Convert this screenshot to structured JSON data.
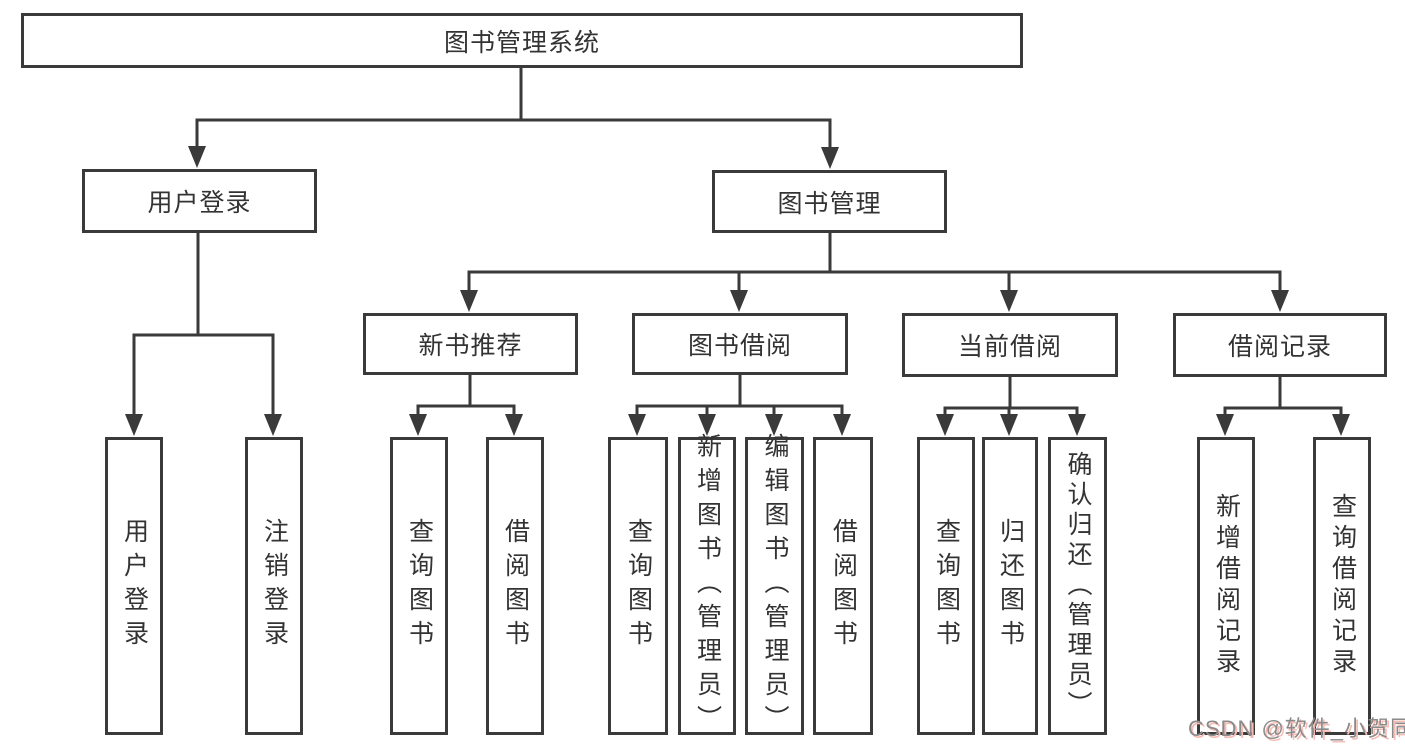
{
  "diagram": {
    "root": {
      "label": "图书管理系统"
    },
    "branches": [
      {
        "label": "用户登录",
        "children": [
          {
            "label": "用户登录"
          },
          {
            "label": "注销登录"
          }
        ]
      },
      {
        "label": "图书管理",
        "groups": [
          {
            "label": "新书推荐",
            "children": [
              {
                "label": "查询图书"
              },
              {
                "label": "借阅图书"
              }
            ]
          },
          {
            "label": "图书借阅",
            "children": [
              {
                "label": "查询图书"
              },
              {
                "label": "新增图书（管理员）"
              },
              {
                "label": "编辑图书（管理员）"
              },
              {
                "label": "借阅图书"
              }
            ]
          },
          {
            "label": "当前借阅",
            "children": [
              {
                "label": "查询图书"
              },
              {
                "label": "归还图书"
              },
              {
                "label": "确认归还（管理员）"
              }
            ]
          },
          {
            "label": "借阅记录",
            "children": [
              {
                "label": "新增借阅记录"
              },
              {
                "label": "查询借阅记录"
              }
            ]
          }
        ]
      }
    ]
  },
  "watermark": {
    "label": "CSDN @软件_小贺同学"
  },
  "colors": {
    "line": "#3a3a3a",
    "box_border": "#3a3a3a",
    "text": "#333333",
    "background": "#ffffff",
    "watermark_text": "#8a8a8a",
    "watermark_shadow": "#f6bcb4"
  }
}
